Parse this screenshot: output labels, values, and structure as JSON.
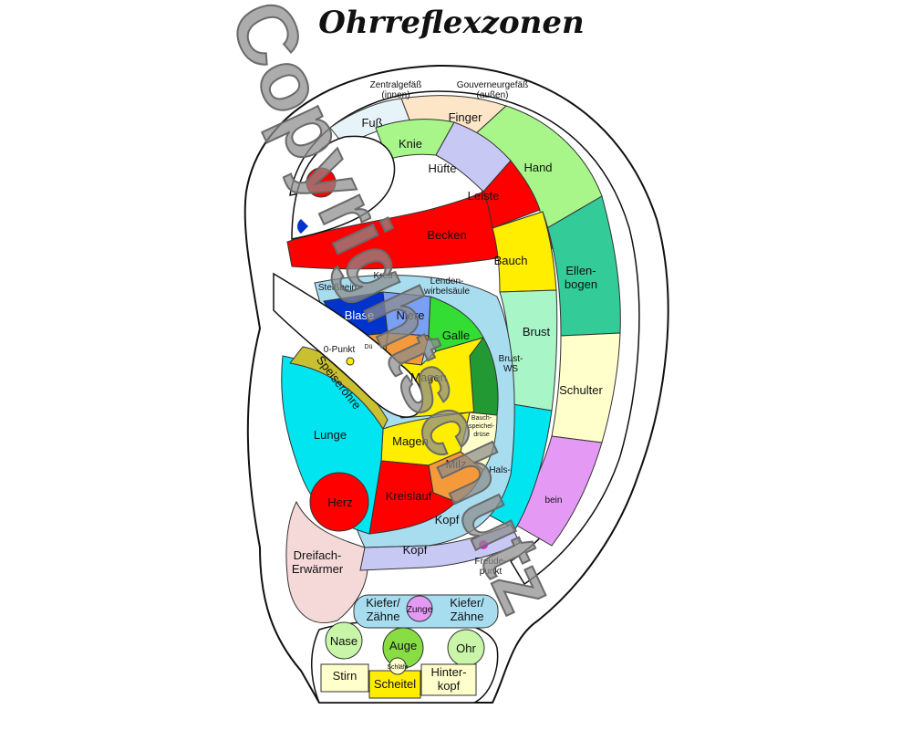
{
  "title": "Ohrreflexzonen",
  "watermark": "Copyrightschutz",
  "labels": {
    "zentralgefaess": "Zentralgefäß",
    "zentralgefaess_sub": "(innen)",
    "gouverneurgefaess": "Gouverneurgefäß",
    "gouverneurgefaess_sub": "(außen)",
    "fuss": "Fuß",
    "finger": "Finger",
    "knie": "Knie",
    "hand": "Hand",
    "huefte": "Hüfte",
    "leiste": "Leiste",
    "becken": "Becken",
    "bauch": "Bauch",
    "ellenbogen_1": "Ellen-",
    "ellenbogen_2": "bogen",
    "steissbein": "Steißbein",
    "kreuz": "Kreu",
    "lenden_1": "Lenden-",
    "lenden_2": "wirbelsäule",
    "blase": "Blase",
    "niere": "Niere",
    "galle": "Galle",
    "darm": "Dü",
    "brust": "Brust",
    "brust_ws_1": "Brust-",
    "brust_ws_2": "WS",
    "nullpunkt": "0-Punkt",
    "speiseroehre": "Speiseröhre",
    "schulter": "Schulter",
    "magen_1": "Magen",
    "lunge": "Lunge",
    "magen_2": "Magen",
    "bauchspeichel_1": "Bauch-",
    "bauchspeichel_2": "speichel-",
    "bauchspeichel_3": "drüse",
    "milz": "Milz",
    "hals": "Hals-",
    "herz": "Herz",
    "kreislauf": "Kreislauf",
    "kopf_1": "Kopf",
    "bein": "bein",
    "dreifach_1": "Dreifach-",
    "dreifach_2": "Erwärmer",
    "kopf_2": "Kopf",
    "freude_1": "Freude-",
    "freude_2": "punkt",
    "kiefer_l_1": "Kiefer/",
    "kiefer_l_2": "Zähne",
    "zunge": "Zunge",
    "kiefer_r_1": "Kiefer/",
    "kiefer_r_2": "Zähne",
    "nase": "Nase",
    "auge": "Auge",
    "ohr": "Ohr",
    "stirn": "Stirn",
    "schlaefe": "Schläfe",
    "scheitel": "Scheitel",
    "hinterkopf_1": "Hinter-",
    "hinterkopf_2": "kopf"
  },
  "colors": {
    "red": "#ff0000",
    "yellow": "#ffee00",
    "light_green": "#a8f58a",
    "dark_green": "#33cc99",
    "orange": "#f59a3a",
    "cyan": "#00e5f0",
    "blue": "#0033cc",
    "light_blue": "#a8ddf0",
    "lavender": "#c8c8f5",
    "peach": "#fde6c8",
    "pale_yellow": "#ffffcc",
    "violet": "#e49af5",
    "pink": "#f5d8d8",
    "olive": "#c8c030"
  }
}
